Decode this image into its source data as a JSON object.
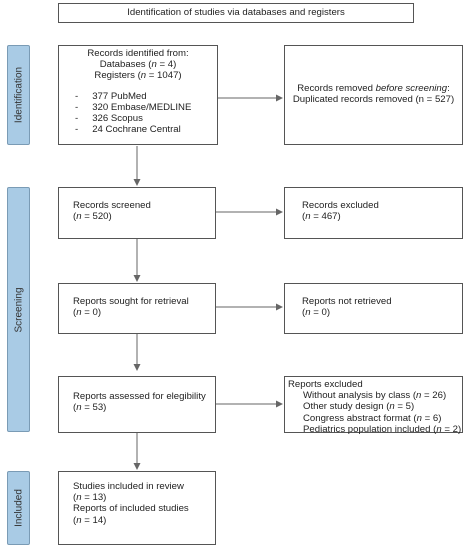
{
  "header": {
    "title": "Identification of studies via databases and registers"
  },
  "phases": {
    "identification": "Identification",
    "screening": "Screening",
    "included": "Included"
  },
  "identified": {
    "heading": "Records identified from:",
    "databases_label": "Databases (",
    "databases_n": "n",
    "databases_value": " = 4)",
    "registers_label": "Registers (",
    "registers_n": "n",
    "registers_value": " = 1047)",
    "sources": [
      {
        "bullet": "-",
        "text": "377 PubMed"
      },
      {
        "bullet": "-",
        "text": "320 Embase/MEDLINE"
      },
      {
        "bullet": "-",
        "text": "326 Scopus"
      },
      {
        "bullet": "-",
        "text": "24 Cochrane Central"
      }
    ]
  },
  "removed": {
    "line1_a": "Records removed ",
    "line1_b": "before screening",
    "line1_c": ":",
    "line2": "Duplicated records removed (n = 527)"
  },
  "screened": {
    "label": "Records screened",
    "n": "n",
    "value": " = 520)"
  },
  "excluded": {
    "label": "Records excluded",
    "n": "n",
    "value": " = 467)"
  },
  "sought": {
    "label": "Reports sought for retrieval",
    "n": "n",
    "value": " = 0)"
  },
  "not_retrieved": {
    "label": "Reports not retrieved",
    "n": "n",
    "value": " = 0)"
  },
  "assessed": {
    "label": "Reports assessed for elegibility",
    "n": "n",
    "value": " = 53)"
  },
  "reports_excluded": {
    "heading": "Reports excluded",
    "reasons": [
      {
        "label": "Without analysis by class (",
        "n": "n",
        "value": " = 26)"
      },
      {
        "label": "Other study design (",
        "n": "n",
        "value": " = 5)"
      },
      {
        "label": "Congress abstract format (",
        "n": "n",
        "value": " = 6)"
      },
      {
        "label": "Pediatrics population included (",
        "n": "n",
        "value": " = 2)"
      }
    ]
  },
  "included": {
    "studies_label": "Studies included in review",
    "studies_n": "n",
    "studies_value": " = 13)",
    "reports_label": "Reports of included studies",
    "reports_n": "n",
    "reports_value": " = 14)"
  },
  "open_paren": "("
}
